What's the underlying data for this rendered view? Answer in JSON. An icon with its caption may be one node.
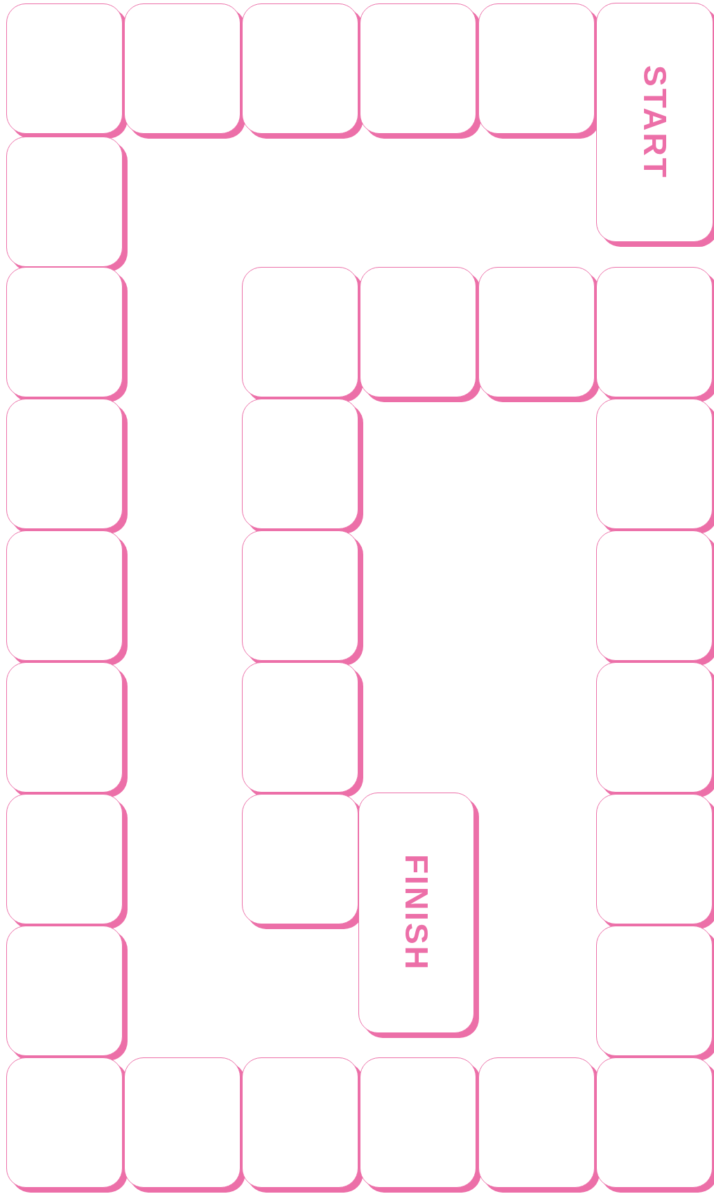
{
  "diagram": {
    "nodes": [
      {
        "text": [],
        "shape": "box"
      },
      {
        "text": [],
        "shape": "box"
      },
      {
        "text": [],
        "shape": "box"
      },
      {
        "text": [],
        "shape": "box"
      },
      {
        "text": [],
        "shape": "box"
      },
      {
        "text": [
          "START"
        ]
      },
      {
        "text": [],
        "shape": "box"
      },
      {
        "text": [],
        "shape": "box"
      },
      {
        "text": [],
        "shape": "box"
      },
      {
        "text": [],
        "shape": "box"
      },
      {
        "text": [],
        "shape": "box"
      },
      {
        "text": [],
        "shape": "box"
      },
      {
        "text": [],
        "shape": "box"
      },
      {
        "text": [],
        "shape": "box"
      },
      {
        "text": [],
        "shape": "box"
      },
      {
        "text": [],
        "shape": "box"
      },
      {
        "text": [],
        "shape": "box"
      },
      {
        "text": [],
        "shape": "box"
      },
      {
        "text": [],
        "shape": "box"
      },
      {
        "text": [],
        "shape": "box"
      },
      {
        "text": [],
        "shape": "box"
      },
      {
        "text": [],
        "shape": "box"
      },
      {
        "text": [],
        "shape": "box"
      },
      {
        "text": [
          "FINISH"
        ]
      },
      {
        "text": [],
        "shape": "box"
      },
      {
        "text": [],
        "shape": "box"
      },
      {
        "text": [],
        "shape": "box"
      },
      {
        "text": [],
        "shape": "box"
      },
      {
        "text": [],
        "shape": "box"
      },
      {
        "text": [],
        "shape": "box"
      },
      {
        "text": [],
        "shape": "box"
      },
      {
        "text": [],
        "shape": "box"
      },
      {
        "text": [],
        "shape": "box"
      }
    ]
  }
}
